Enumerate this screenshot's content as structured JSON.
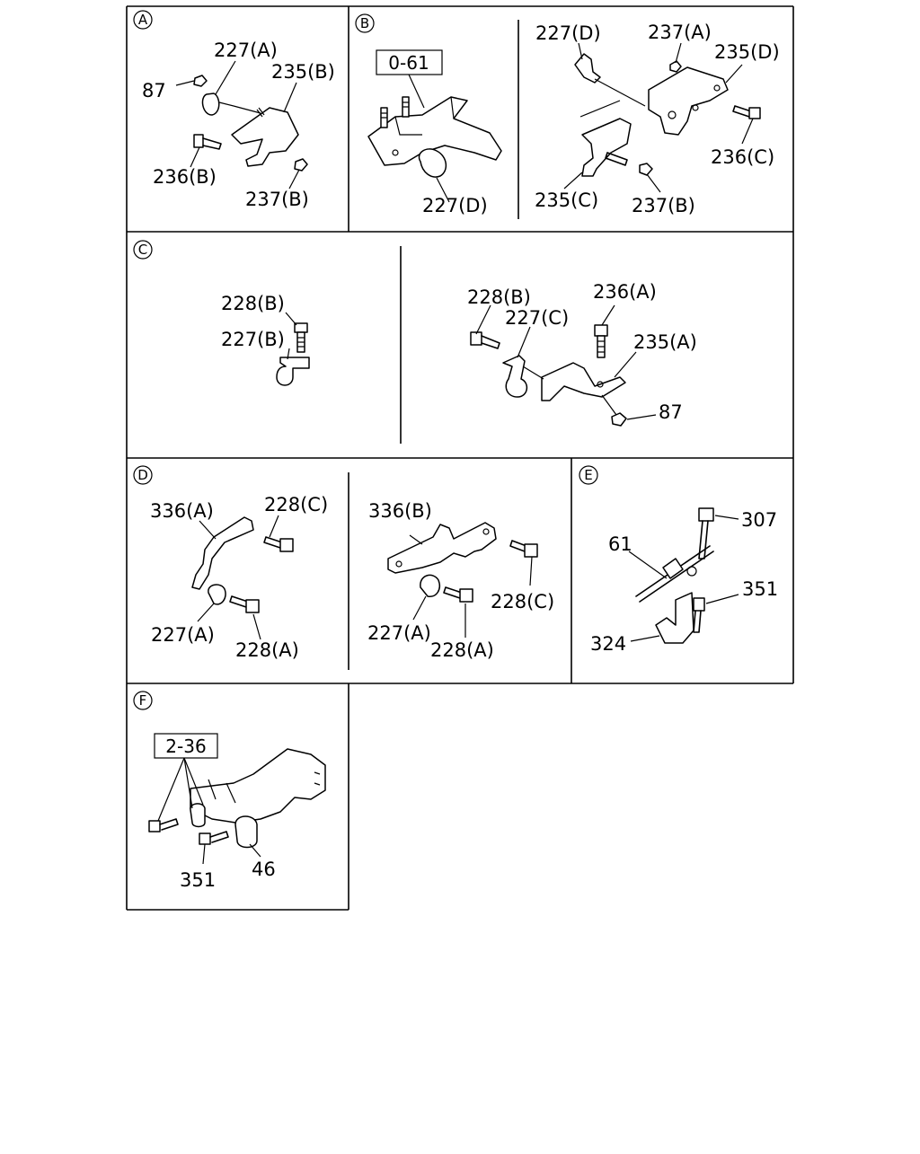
{
  "sections": {
    "A": {
      "letter": "A",
      "labels": {
        "l227a": "227(A)",
        "l235b": "235(B)",
        "l87": "87",
        "l236b": "236(B)",
        "l237b": "237(B)"
      }
    },
    "B": {
      "letter": "B",
      "ref_box": "0-61",
      "labels": {
        "l227d_left": "227(D)",
        "l227d_right": "227(D)",
        "l237a": "237(A)",
        "l235d": "235(D)",
        "l236c": "236(C)",
        "l235c": "235(C)",
        "l237b": "237(B)"
      }
    },
    "C": {
      "letter": "C",
      "labels": {
        "l228b_left": "228(B)",
        "l227b": "227(B)",
        "l228b_right": "228(B)",
        "l227c": "227(C)",
        "l236a": "236(A)",
        "l235a": "235(A)",
        "l87": "87"
      }
    },
    "D": {
      "letter": "D",
      "labels": {
        "l336a": "336(A)",
        "l228c_left": "228(C)",
        "l227a_left": "227(A)",
        "l228a_left": "228(A)",
        "l336b": "336(B)",
        "l228c_right": "228(C)",
        "l227a_right": "227(A)",
        "l228a_right": "228(A)"
      }
    },
    "E": {
      "letter": "E",
      "labels": {
        "l307": "307",
        "l61": "61",
        "l351": "351",
        "l324": "324"
      }
    },
    "F": {
      "letter": "F",
      "ref_box": "2-36",
      "labels": {
        "l351": "351",
        "l46": "46"
      }
    }
  }
}
